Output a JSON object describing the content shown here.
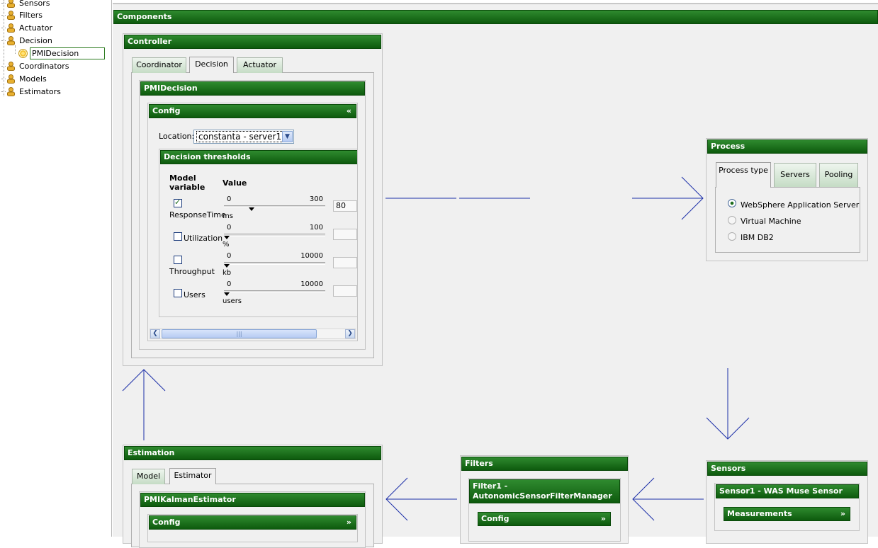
{
  "tree": {
    "items": [
      {
        "label": "Sensors"
      },
      {
        "label": "Filters"
      },
      {
        "label": "Actuator"
      },
      {
        "label": "Decision"
      },
      {
        "label": "Coordinators"
      },
      {
        "label": "Models"
      },
      {
        "label": "Estimators"
      }
    ],
    "selected_child": "PMIDecision"
  },
  "components": {
    "title": "Components"
  },
  "controller": {
    "title": "Controller",
    "tabs": [
      "Coordinator",
      "Decision",
      "Actuator"
    ],
    "active_tab": "Decision",
    "decision_panel": {
      "title": "PMIDecision",
      "config": {
        "title": "Config",
        "collapse_glyph": "«",
        "location_label": "Location:",
        "location_value": "constanta - server1"
      },
      "thresholds": {
        "title": "Decision thresholds",
        "col_model": "Model variable",
        "col_value": "Value",
        "rows": [
          {
            "name": "ResponseTime",
            "checked": true,
            "min": "0",
            "max": "300",
            "unit": "ms",
            "value": "80",
            "level": 0.27
          },
          {
            "name": "Utilization",
            "checked": false,
            "min": "0",
            "max": "100",
            "unit": "%",
            "value": "",
            "level": 0
          },
          {
            "name": "Throughput",
            "checked": false,
            "min": "0",
            "max": "10000",
            "unit": "kb",
            "value": "",
            "level": 0
          },
          {
            "name": "Users",
            "checked": false,
            "min": "0",
            "max": "10000",
            "unit": "users",
            "value": "",
            "level": 0
          }
        ],
        "scroll_grip": "|||"
      }
    }
  },
  "process": {
    "title": "Process",
    "tabs": [
      "Process type",
      "Servers",
      "Pooling"
    ],
    "active_tab": "Process type",
    "options": [
      {
        "label": "WebSphere Application Server",
        "selected": true
      },
      {
        "label": "Virtual Machine",
        "selected": false
      },
      {
        "label": "IBM DB2",
        "selected": false
      }
    ]
  },
  "estimation": {
    "title": "Estimation",
    "tabs": [
      "Model",
      "Estimator"
    ],
    "active_tab": "Estimator",
    "panel_title": "PMIKalmanEstimator",
    "config": {
      "title": "Config",
      "expand_glyph": "»"
    }
  },
  "filters": {
    "title": "Filters",
    "item_title": "Filter1 - AutonomicSensorFilterManager",
    "config": {
      "title": "Config",
      "expand_glyph": "»"
    }
  },
  "sensors": {
    "title": "Sensors",
    "item_title": "Sensor1 - WAS Muse Sensor",
    "measurements": {
      "title": "Measurements",
      "expand_glyph": "»"
    }
  },
  "colors": {
    "header_green": "#0d5a0d",
    "arrow_blue": "#1c2fa8"
  }
}
